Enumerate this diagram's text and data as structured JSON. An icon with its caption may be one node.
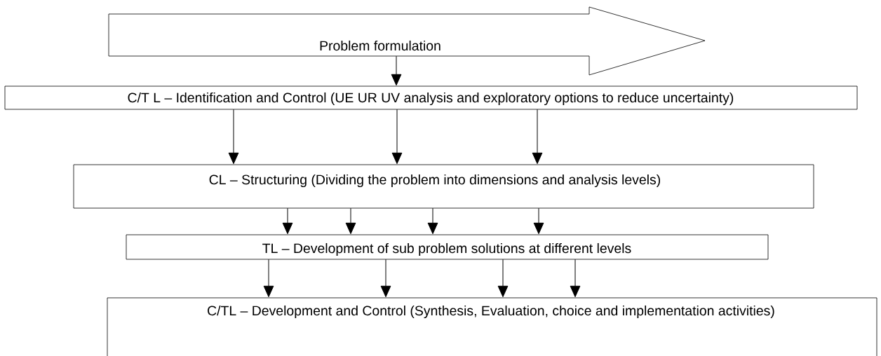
{
  "diagram": {
    "nodes": [
      {
        "text": [
          "Problem formulation"
        ]
      },
      {
        "text": [
          "C/T L – Identification and Control (UE UR UV analysis and exploratory options to reduce uncertainty)"
        ]
      },
      {
        "text": [
          "CL – Structuring (Dividing the problem into dimensions and analysis levels)"
        ]
      },
      {
        "text": [
          "TL – Development of sub problem solutions at different levels"
        ]
      },
      {
        "text": [
          "C/TL – Development and Control (Synthesis, Evaluation, choice and implementation activities)"
        ]
      }
    ],
    "edges": [
      {
        "from": 0,
        "to": 1,
        "arrow": "to"
      },
      {
        "from": 1,
        "to": 2,
        "arrow": "to"
      },
      {
        "from": 1,
        "to": 2,
        "arrow": "to"
      },
      {
        "from": 1,
        "to": 2,
        "arrow": "to"
      },
      {
        "from": 2,
        "to": 3,
        "arrow": "to"
      },
      {
        "from": 2,
        "to": 3,
        "arrow": "to"
      },
      {
        "from": 2,
        "to": 3,
        "arrow": "to"
      },
      {
        "from": 2,
        "to": 3,
        "arrow": "to"
      },
      {
        "from": 3,
        "to": 4,
        "arrow": "to"
      },
      {
        "from": 3,
        "to": 4,
        "arrow": "to"
      },
      {
        "from": 3,
        "to": 4,
        "arrow": "to"
      },
      {
        "from": 3,
        "to": 4,
        "arrow": "to"
      }
    ]
  }
}
